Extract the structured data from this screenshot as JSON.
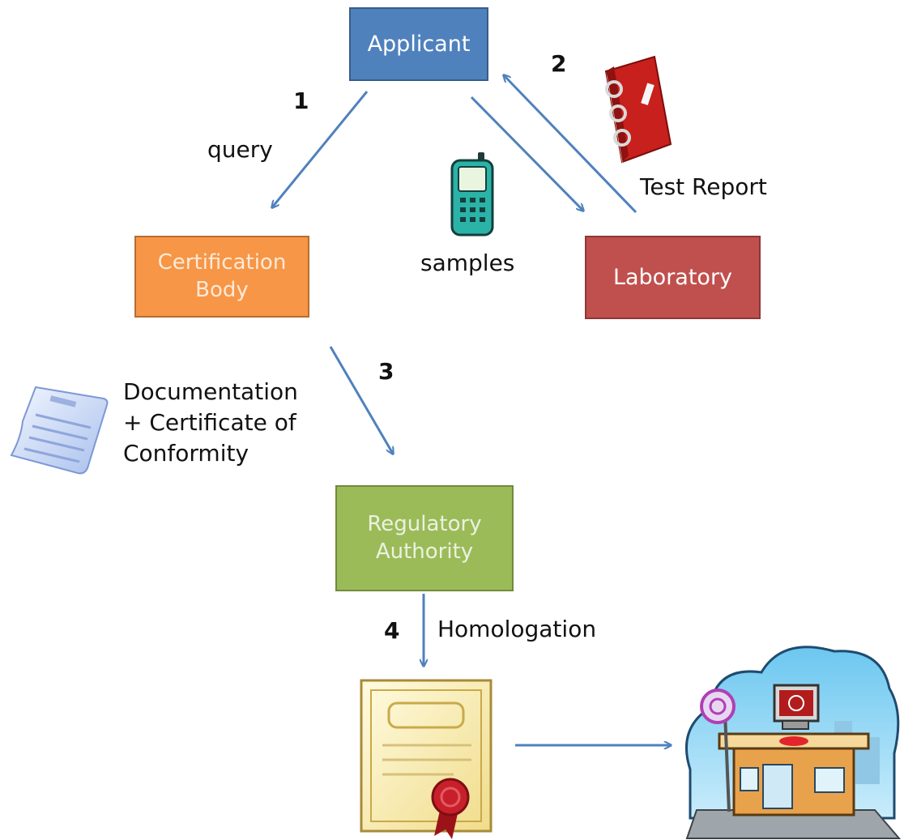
{
  "nodes": {
    "applicant": {
      "label": "Applicant",
      "fill": "#4f81bd",
      "text_color": "#ffffff"
    },
    "certification_body": {
      "line1": "Certification",
      "line2": "Body",
      "fill": "#f79646",
      "text_color": "#fde9d9"
    },
    "laboratory": {
      "label": "Laboratory",
      "fill": "#c0504d",
      "text_color": "#ffffff"
    },
    "regulatory_authority": {
      "line1": "Regulatory",
      "line2": "Authority",
      "fill": "#9bbb59",
      "text_color": "#ebf1de"
    }
  },
  "steps": {
    "step1": {
      "number": "1",
      "label": "query"
    },
    "step2": {
      "number": "2",
      "label": "Test Report"
    },
    "samples": {
      "label": "samples"
    },
    "step3": {
      "number": "3",
      "doc_line1": "Documentation",
      "doc_line2": "+ Certificate of",
      "doc_line3": "Conformity"
    },
    "step4": {
      "number": "4",
      "label": "Homologation"
    }
  },
  "colors": {
    "arrow": "#4f81bd"
  },
  "icons": [
    "report-book-icon",
    "mobile-phone-icon",
    "document-icon",
    "certificate-icon",
    "store-icon"
  ]
}
